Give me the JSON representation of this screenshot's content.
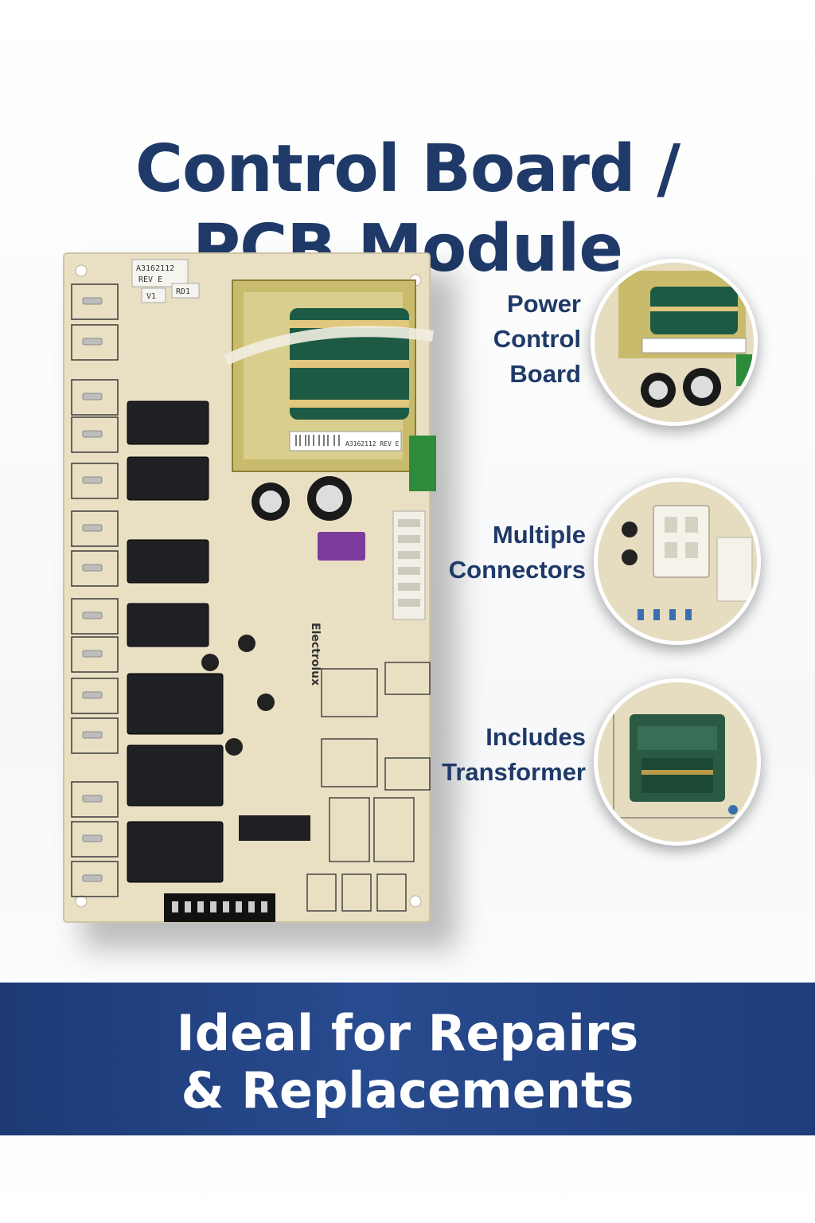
{
  "title": {
    "line1": "Control Board /",
    "line2": "PCB Module"
  },
  "board": {
    "label_part": "A3162112",
    "label_rev": "REV E",
    "label_v": "V1",
    "label_rd": "RD1",
    "brand": "Electrolux",
    "barcode_text": "A3162112 REV E",
    "colors": {
      "pcb": "#e9e0c4",
      "relay": "#1f2024",
      "coil": "#1d5a44",
      "connector": "#f2efe6",
      "purple": "#7c3a9c"
    }
  },
  "callouts": [
    {
      "lines": [
        "Power",
        "Control",
        "Board"
      ],
      "icon": "transformer-closeup"
    },
    {
      "lines": [
        "Multiple",
        "Connectors"
      ],
      "icon": "connector-closeup"
    },
    {
      "lines": [
        "Includes",
        "Transformer"
      ],
      "icon": "transformer-module-closeup"
    }
  ],
  "banner": {
    "line1": "Ideal for Repairs",
    "line2": "& Replacements"
  },
  "colors": {
    "navy": "#1f3a68",
    "banner": "#284b8f"
  }
}
